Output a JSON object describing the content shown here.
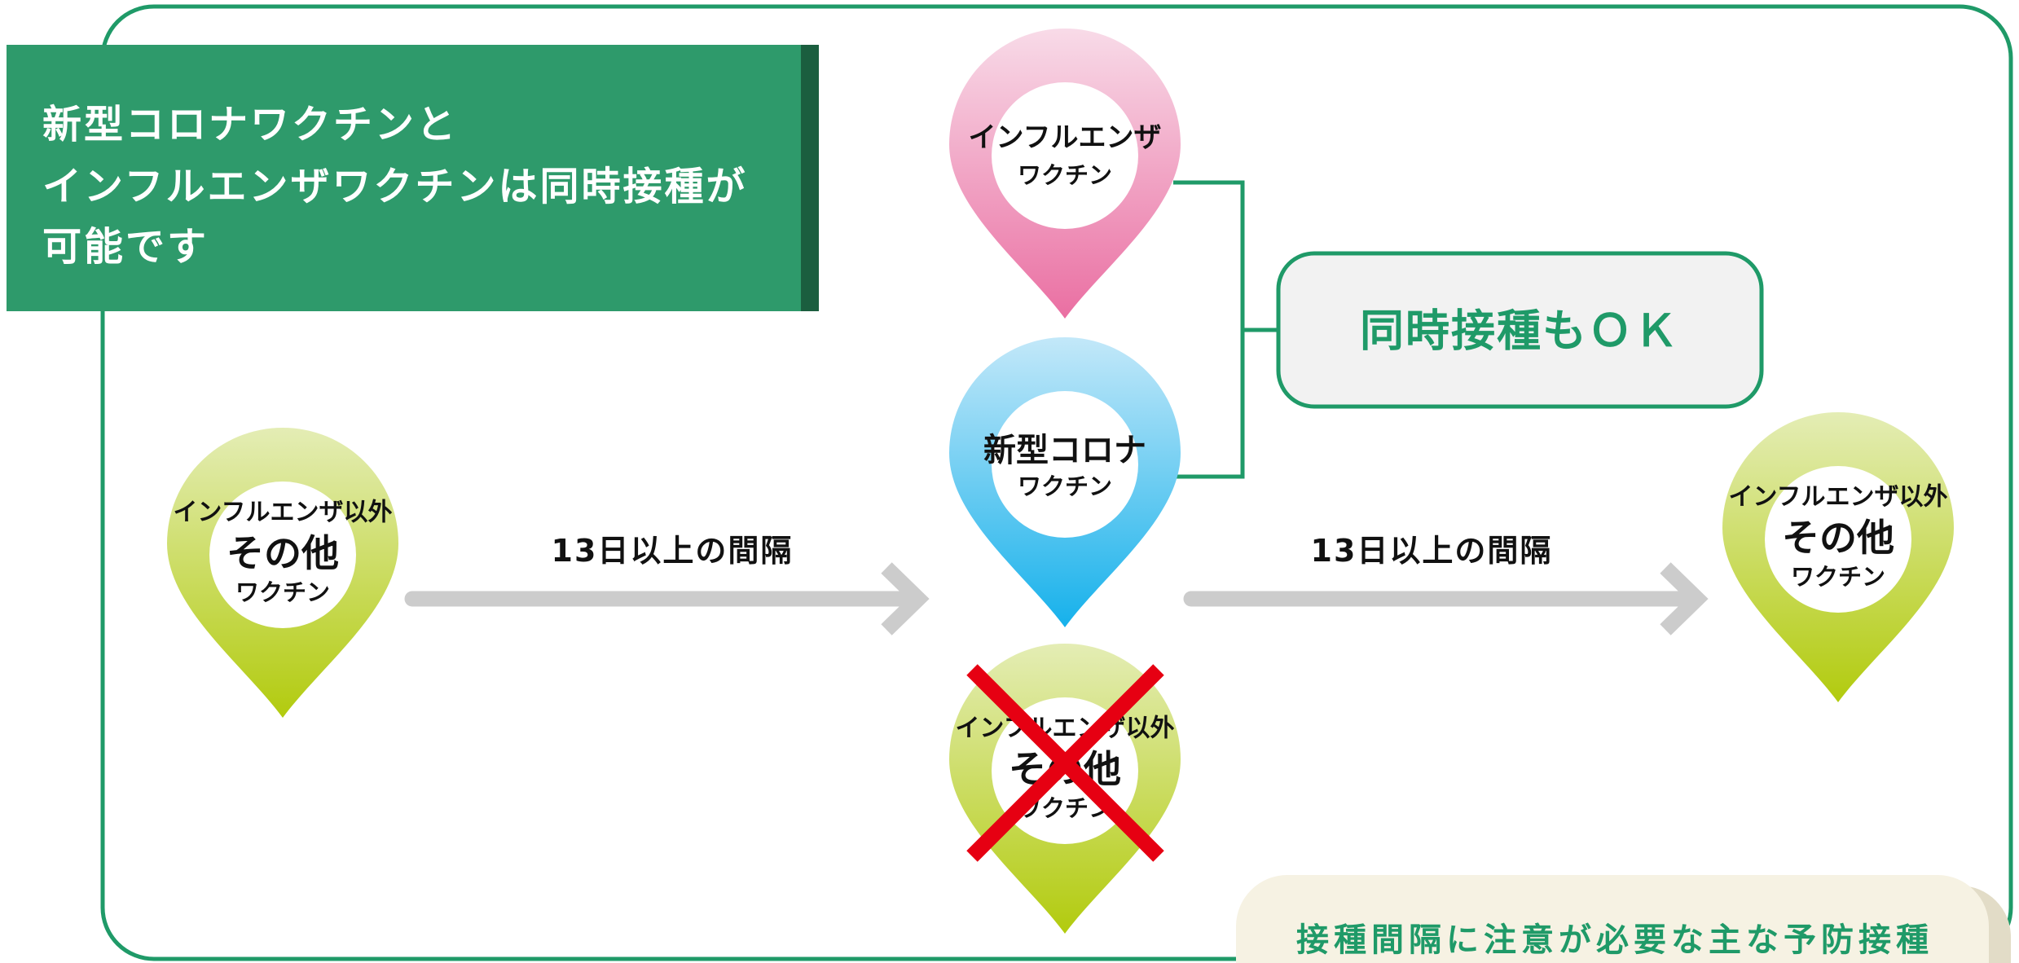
{
  "title": {
    "lines": [
      "新型コロナワクチンと",
      "インフルエンザワクチンは同時接種が",
      "可能です"
    ]
  },
  "pins": {
    "influenza": {
      "lines": [
        "インフルエンザ",
        "ワクチン"
      ]
    },
    "covid": {
      "lines": [
        "新型コロナ",
        "ワクチン"
      ]
    },
    "other_before": {
      "lines": [
        "インフルエンザ以外",
        "その他",
        "ワクチン"
      ]
    },
    "other_same_time": {
      "lines": [
        "インフルエンザ以外",
        "その他",
        "ワクチン"
      ],
      "crossed_out": true
    },
    "other_after": {
      "lines": [
        "インフルエンザ以外",
        "その他",
        "ワクチン"
      ]
    }
  },
  "intervals": {
    "before": "13日以上の間隔",
    "after": "13日以上の間隔"
  },
  "ok_box": {
    "label": "同時接種もＯＫ"
  },
  "footer": {
    "heading": "接種間隔に注意が必要な主な予防接種"
  },
  "colors": {
    "frame_green": "#1f9a68",
    "title_bg": "#2e9a6b",
    "title_edge": "#1b5e3f",
    "title_text": "#ffffff",
    "pin_pink_top": "#f8dbe8",
    "pin_pink_bottom": "#ea6fa2",
    "pin_blue_top": "#c3e8f9",
    "pin_blue_bottom": "#16b1eb",
    "pin_green_top": "#e4edb5",
    "pin_green_bottom": "#b2cb0e",
    "arrow_gray": "#cccccc",
    "cross_red": "#e60012",
    "ok_box_fill": "#f2f2f2",
    "footer_fill": "#f6f2e3",
    "footer_shadow": "#e2dcc7"
  }
}
